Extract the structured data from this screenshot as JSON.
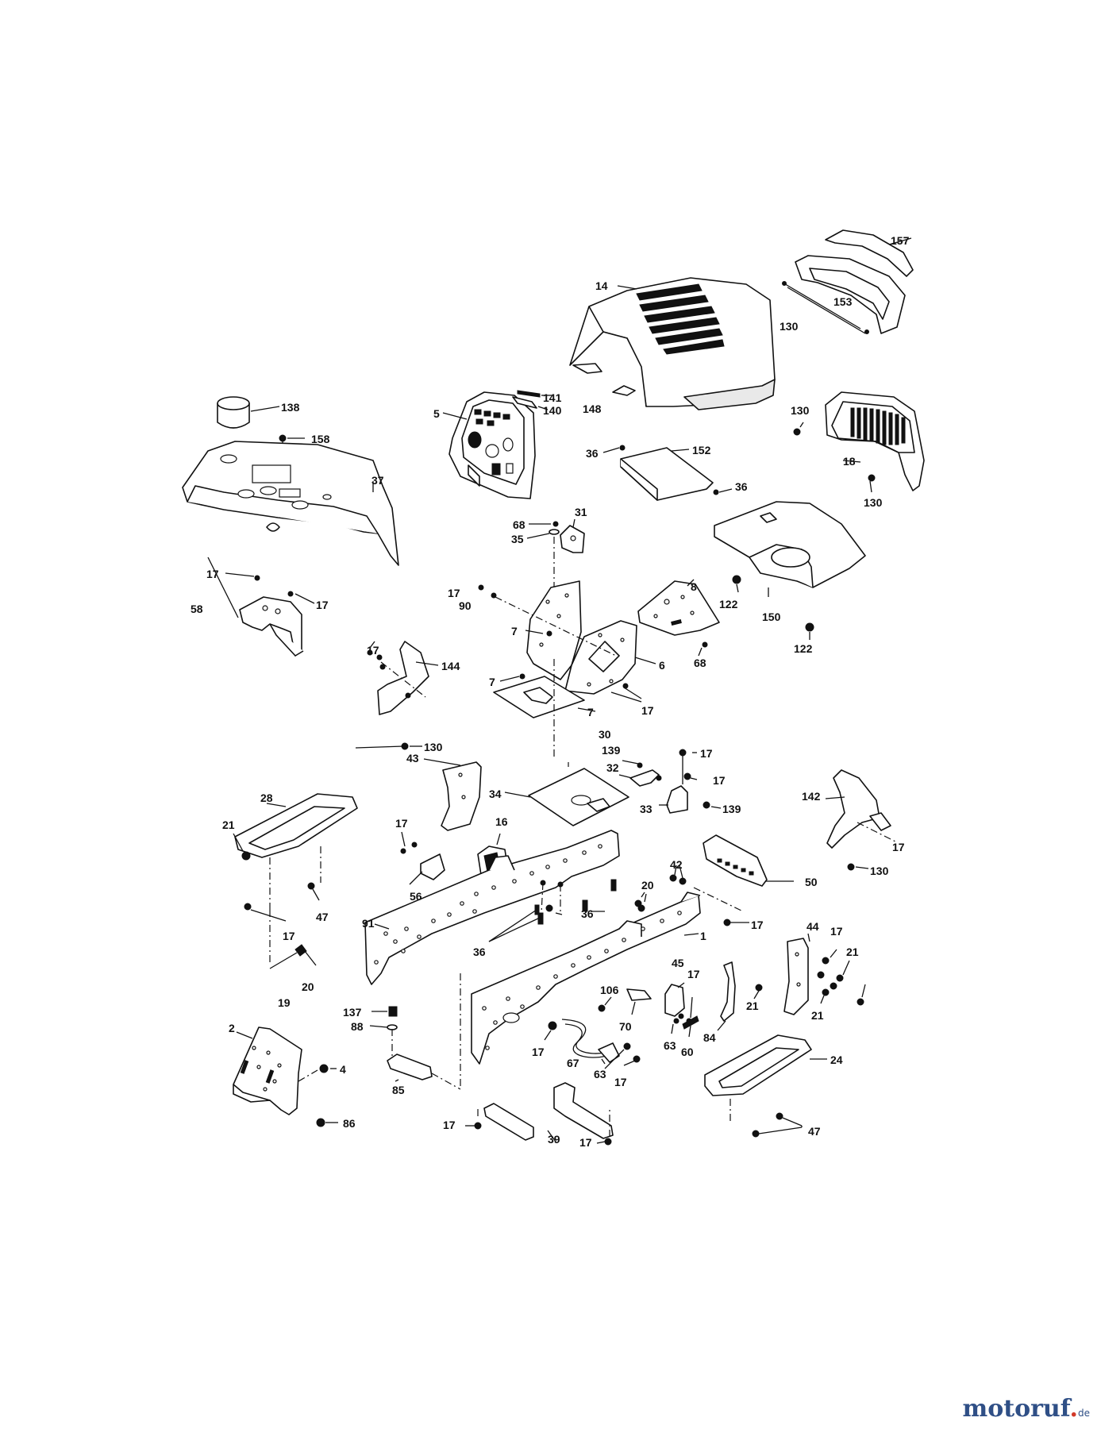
{
  "callouts": [
    {
      "id": "c157",
      "text": "157"
    },
    {
      "id": "c14",
      "text": "14"
    },
    {
      "id": "c153",
      "text": "153"
    },
    {
      "id": "c130a",
      "text": "130"
    },
    {
      "id": "c138",
      "text": "138"
    },
    {
      "id": "c141",
      "text": "141"
    },
    {
      "id": "c140",
      "text": "140"
    },
    {
      "id": "c5",
      "text": "5"
    },
    {
      "id": "c148",
      "text": "148"
    },
    {
      "id": "c130b",
      "text": "130"
    },
    {
      "id": "c158",
      "text": "158"
    },
    {
      "id": "c36a",
      "text": "36"
    },
    {
      "id": "c152",
      "text": "152"
    },
    {
      "id": "c18",
      "text": "18"
    },
    {
      "id": "c37",
      "text": "37"
    },
    {
      "id": "c36b",
      "text": "36"
    },
    {
      "id": "c130c",
      "text": "130"
    },
    {
      "id": "c68a",
      "text": "68"
    },
    {
      "id": "c31",
      "text": "31"
    },
    {
      "id": "c35",
      "text": "35"
    },
    {
      "id": "c17a",
      "text": "17"
    },
    {
      "id": "c17b",
      "text": "17"
    },
    {
      "id": "c58",
      "text": "58"
    },
    {
      "id": "c17c",
      "text": "17"
    },
    {
      "id": "c90",
      "text": "90"
    },
    {
      "id": "c8",
      "text": "8"
    },
    {
      "id": "c122a",
      "text": "122"
    },
    {
      "id": "c150",
      "text": "150"
    },
    {
      "id": "c7a",
      "text": "7"
    },
    {
      "id": "c122b",
      "text": "122"
    },
    {
      "id": "c17d",
      "text": "17"
    },
    {
      "id": "c144",
      "text": "144"
    },
    {
      "id": "c6",
      "text": "6"
    },
    {
      "id": "c68b",
      "text": "68"
    },
    {
      "id": "c7b",
      "text": "7"
    },
    {
      "id": "c7c",
      "text": "7"
    },
    {
      "id": "c17e",
      "text": "17"
    },
    {
      "id": "c130d",
      "text": "130"
    },
    {
      "id": "c30",
      "text": "30"
    },
    {
      "id": "c43",
      "text": "43"
    },
    {
      "id": "c139a",
      "text": "139"
    },
    {
      "id": "c17f",
      "text": "17"
    },
    {
      "id": "c32",
      "text": "32"
    },
    {
      "id": "c17g",
      "text": "17"
    },
    {
      "id": "c34",
      "text": "34"
    },
    {
      "id": "c33",
      "text": "33"
    },
    {
      "id": "c139b",
      "text": "139"
    },
    {
      "id": "c28",
      "text": "28"
    },
    {
      "id": "c142",
      "text": "142"
    },
    {
      "id": "c21a",
      "text": "21"
    },
    {
      "id": "c16",
      "text": "16"
    },
    {
      "id": "c17h",
      "text": "17"
    },
    {
      "id": "c17i",
      "text": "17"
    },
    {
      "id": "c42",
      "text": "42"
    },
    {
      "id": "c130e",
      "text": "130"
    },
    {
      "id": "c50",
      "text": "50"
    },
    {
      "id": "c56",
      "text": "56"
    },
    {
      "id": "c20a",
      "text": "20"
    },
    {
      "id": "c47a",
      "text": "47"
    },
    {
      "id": "c36c",
      "text": "36"
    },
    {
      "id": "c17j",
      "text": "17"
    },
    {
      "id": "c17k",
      "text": "17"
    },
    {
      "id": "c91",
      "text": "91"
    },
    {
      "id": "c1",
      "text": "1"
    },
    {
      "id": "c44",
      "text": "44"
    },
    {
      "id": "c17l",
      "text": "17"
    },
    {
      "id": "c36d",
      "text": "36"
    },
    {
      "id": "c21b",
      "text": "21"
    },
    {
      "id": "c20b",
      "text": "20"
    },
    {
      "id": "c45",
      "text": "45"
    },
    {
      "id": "c17m",
      "text": "17"
    },
    {
      "id": "c19",
      "text": "19"
    },
    {
      "id": "c106",
      "text": "106"
    },
    {
      "id": "c21c",
      "text": "21"
    },
    {
      "id": "c21d",
      "text": "21"
    },
    {
      "id": "c137",
      "text": "137"
    },
    {
      "id": "c70",
      "text": "70"
    },
    {
      "id": "c84",
      "text": "84"
    },
    {
      "id": "c88",
      "text": "88"
    },
    {
      "id": "c2",
      "text": "2"
    },
    {
      "id": "c63a",
      "text": "63"
    },
    {
      "id": "c60",
      "text": "60"
    },
    {
      "id": "c17n",
      "text": "17"
    },
    {
      "id": "c67",
      "text": "67"
    },
    {
      "id": "c4",
      "text": "4"
    },
    {
      "id": "c63b",
      "text": "63"
    },
    {
      "id": "c24",
      "text": "24"
    },
    {
      "id": "c85",
      "text": "85"
    },
    {
      "id": "c17o",
      "text": "17"
    },
    {
      "id": "c86",
      "text": "86"
    },
    {
      "id": "c17p",
      "text": "17"
    },
    {
      "id": "c39",
      "text": "39"
    },
    {
      "id": "c17q",
      "text": "17"
    },
    {
      "id": "c47b",
      "text": "47"
    }
  ],
  "watermark": {
    "brand": "motoruf",
    "tld": "de"
  }
}
